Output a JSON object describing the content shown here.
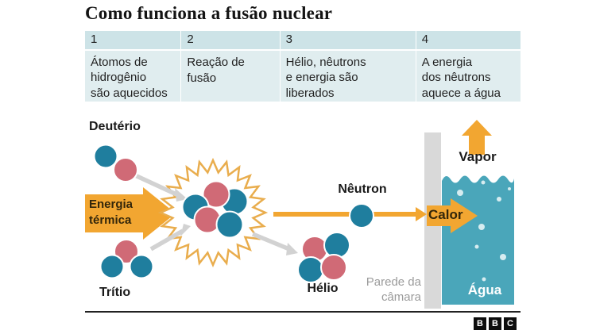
{
  "header": {
    "title": "Como funciona a fusão nuclear"
  },
  "steps": [
    {
      "number": "1",
      "text": "Átomos de\nhidrogênio\nsão aquecidos"
    },
    {
      "number": "2",
      "text": "Reação de\nfusão"
    },
    {
      "number": "3",
      "text": "Hélio, nêutrons\ne energia são\nliberados"
    },
    {
      "number": "4",
      "text": "A energia\ndos nêutrons\naquece a água"
    }
  ],
  "diagram": {
    "deuterium_label": "Deutério",
    "tritium_label": "Trítio",
    "thermal_energy_label": "Energia\ntérmica",
    "neutron_label": "Nêutron",
    "helium_label": "Hélio",
    "heat_label": "Calor",
    "vapor_label": "Vapor",
    "water_label": "Água",
    "chamber_wall_label": "Parede da\ncâmara"
  },
  "colors": {
    "particle_blue": "#1f7e9e",
    "particle_red": "#d06a76",
    "arrow_orange": "#f2a631",
    "starburst_outline": "#e9ad4d",
    "arrow_gray": "#d2d2d2",
    "wall_gray": "#d9d9d9",
    "water_teal": "#4aa6ba",
    "table_header_bg": "#cde3e7",
    "table_body_bg": "#e0edef",
    "muted_label_gray": "#9b9b9b",
    "text_dark": "#1a1a1a"
  },
  "footer": {
    "logo_letters": [
      "B",
      "B",
      "C"
    ]
  }
}
